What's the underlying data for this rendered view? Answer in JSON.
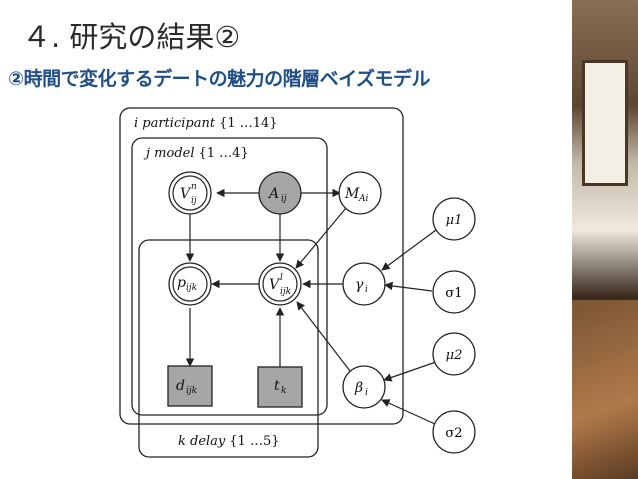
{
  "slide": {
    "title": "４. 研究の結果②",
    "subtitle": "②時間で変化するデートの魅力の階層ベイズモデル"
  },
  "plates": {
    "participant": {
      "var": "i participant",
      "range": "{1 …14}"
    },
    "model": {
      "var": "j model",
      "range": "{1 …4}"
    },
    "delay": {
      "var": "k delay",
      "range": "{1 …5}"
    }
  },
  "nodes": {
    "v_n": {
      "base": "V",
      "sup": "n",
      "sub": "ij"
    },
    "a": {
      "base": "A",
      "sub": "ij"
    },
    "m": {
      "base": "M",
      "sub": "Ai"
    },
    "p": {
      "base": "p",
      "sub": "ijk"
    },
    "v_l": {
      "base": "V",
      "sup": "l",
      "sub": "ijk"
    },
    "gamma": {
      "base": "γ",
      "sub": "i"
    },
    "d": {
      "base": "d",
      "sub": "ijk"
    },
    "t": {
      "base": "t",
      "sub": "k"
    },
    "beta": {
      "base": "β",
      "sub": "i"
    },
    "mu1": {
      "label": "μ1"
    },
    "sigma1": {
      "label": "σ1"
    },
    "mu2": {
      "label": "μ2"
    },
    "sigma2": {
      "label": "σ2"
    }
  },
  "colors": {
    "title": "#2b2b2b",
    "subtitle": "#1f4f86",
    "observed_fill": "#a6a6a6",
    "stroke": "#222222"
  }
}
